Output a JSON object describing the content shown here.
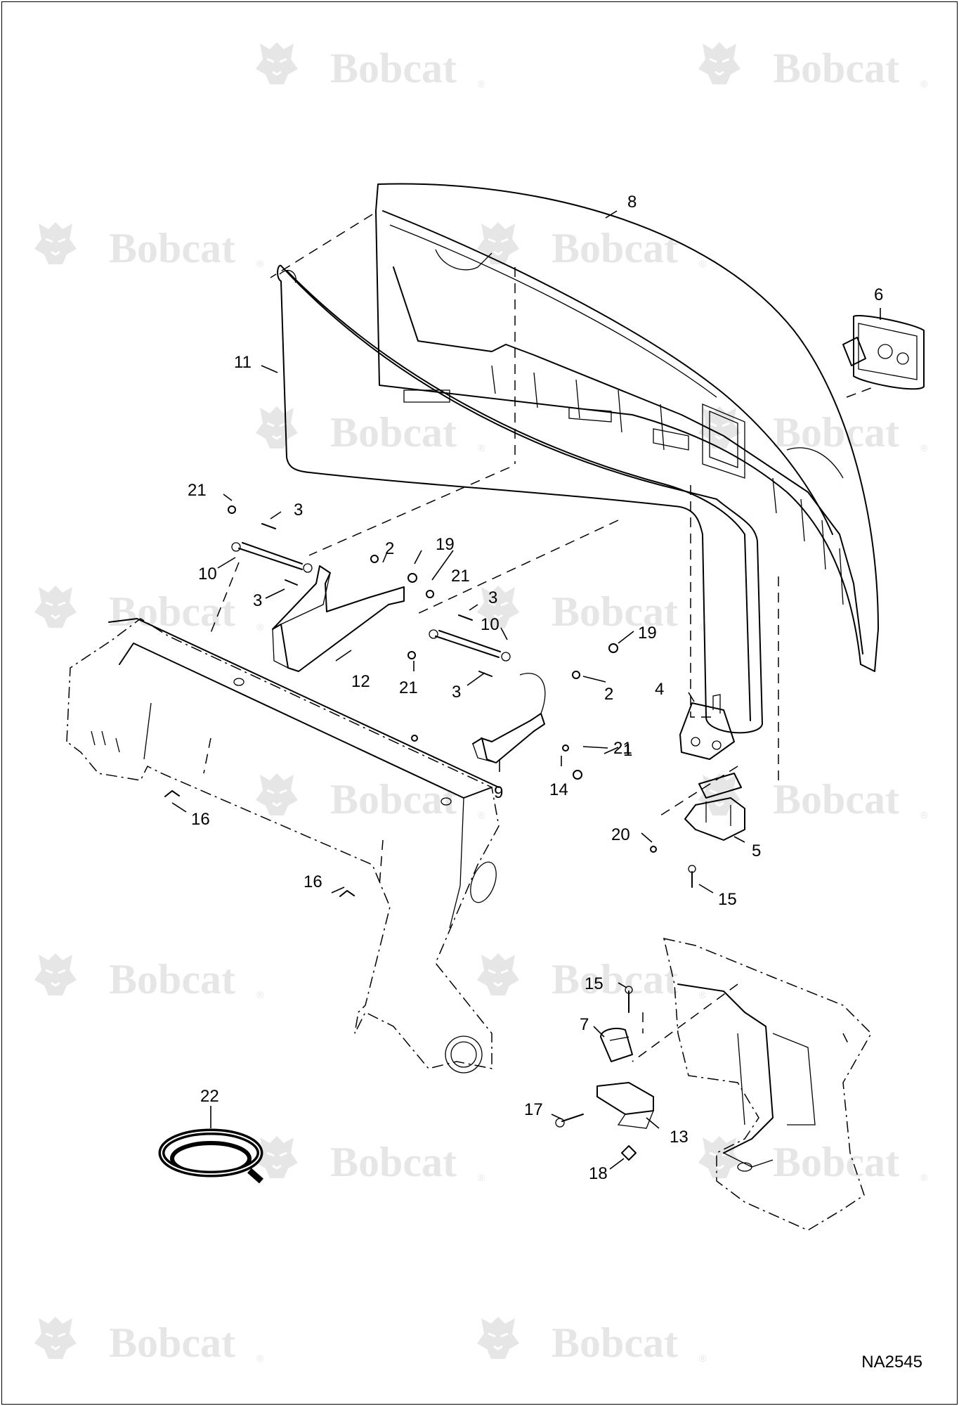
{
  "watermark": {
    "brand": "Bobcat",
    "reg_mark": "®"
  },
  "drawing_code": "NA2545",
  "callouts": [
    {
      "id": "c8",
      "text": "8"
    },
    {
      "id": "c6",
      "text": "6"
    },
    {
      "id": "c11",
      "text": "11"
    },
    {
      "id": "c21a",
      "text": "21"
    },
    {
      "id": "c3a",
      "text": "3"
    },
    {
      "id": "c10a",
      "text": "10"
    },
    {
      "id": "c3b",
      "text": "3"
    },
    {
      "id": "c2a",
      "text": "2"
    },
    {
      "id": "c19a",
      "text": "19"
    },
    {
      "id": "c21b",
      "text": "21"
    },
    {
      "id": "c3c",
      "text": "3"
    },
    {
      "id": "c10b",
      "text": "10"
    },
    {
      "id": "c12",
      "text": "12"
    },
    {
      "id": "c21c",
      "text": "21"
    },
    {
      "id": "c3d",
      "text": "3"
    },
    {
      "id": "c19b",
      "text": "19"
    },
    {
      "id": "c2b",
      "text": "2"
    },
    {
      "id": "c4",
      "text": "4"
    },
    {
      "id": "c21d",
      "text": "21"
    },
    {
      "id": "c1",
      "text": "1"
    },
    {
      "id": "c9",
      "text": "9"
    },
    {
      "id": "c14",
      "text": "14"
    },
    {
      "id": "c16a",
      "text": "16"
    },
    {
      "id": "c20",
      "text": "20"
    },
    {
      "id": "c5",
      "text": "5"
    },
    {
      "id": "c15a",
      "text": "15"
    },
    {
      "id": "c16b",
      "text": "16"
    },
    {
      "id": "c15b",
      "text": "15"
    },
    {
      "id": "c7",
      "text": "7"
    },
    {
      "id": "c22",
      "text": "22"
    },
    {
      "id": "c17",
      "text": "17"
    },
    {
      "id": "c13",
      "text": "13"
    },
    {
      "id": "c18",
      "text": "18"
    }
  ]
}
